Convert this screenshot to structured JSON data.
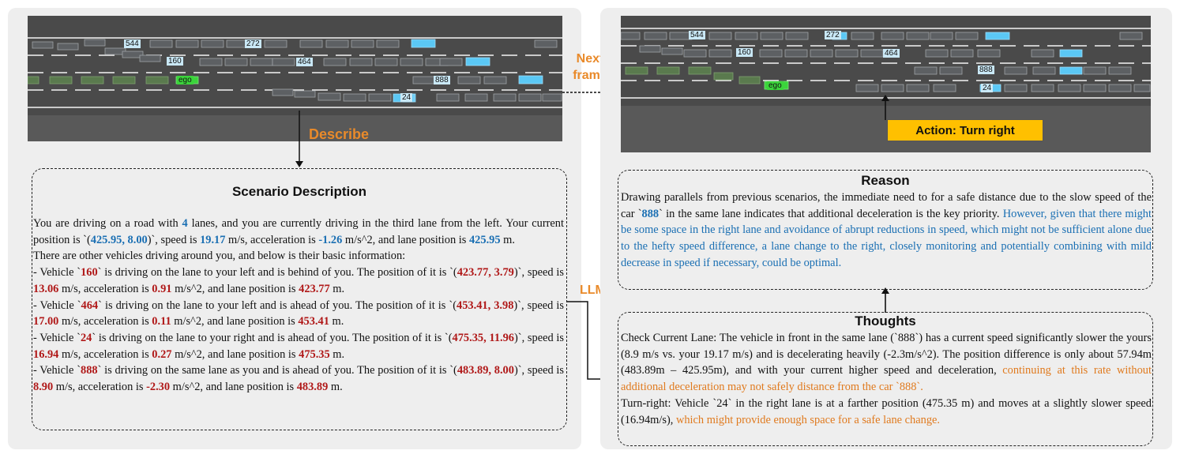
{
  "left": {
    "labels": {
      "v544": "544",
      "v272": "272",
      "v160": "160",
      "v464": "464",
      "ego": "ego",
      "v888": "888",
      "v24": "24"
    },
    "describe_label": "Describe",
    "scenario": {
      "title": "Scenario Description",
      "p1": [
        {
          "t": "You are driving on a road with "
        },
        {
          "t": "4",
          "c": "b"
        },
        {
          "t": " lanes, and you are currently driving in the third lane from the left. Your current position is `("
        },
        {
          "t": "425.95, 8.00",
          "c": "b"
        },
        {
          "t": ")`, speed is "
        },
        {
          "t": "19.17",
          "c": "b"
        },
        {
          "t": " m/s, acceleration is "
        },
        {
          "t": "-1.26",
          "c": "b"
        },
        {
          "t": " m/s^2, and lane position is "
        },
        {
          "t": "425.95",
          "c": "b"
        },
        {
          "t": " m."
        }
      ],
      "p2": [
        {
          "t": "There are other vehicles driving around you, and below is their basic information:"
        }
      ],
      "p3": [
        {
          "t": "- Vehicle `"
        },
        {
          "t": "160",
          "c": "r"
        },
        {
          "t": "` is driving on the lane to your left and is behind of you. The position of it is `("
        },
        {
          "t": "423.77, 3.79",
          "c": "r"
        },
        {
          "t": ")`, speed is "
        },
        {
          "t": "13.06",
          "c": "r"
        },
        {
          "t": " m/s, acceleration is "
        },
        {
          "t": "0.91",
          "c": "r"
        },
        {
          "t": " m/s^2, and lane position is "
        },
        {
          "t": "423.77",
          "c": "r"
        },
        {
          "t": " m."
        }
      ],
      "p4": [
        {
          "t": "- Vehicle `"
        },
        {
          "t": "464",
          "c": "r"
        },
        {
          "t": "` is driving on the lane to your left and is ahead of you. The position of it is `("
        },
        {
          "t": "453.41, 3.98",
          "c": "r"
        },
        {
          "t": ")`, speed is "
        },
        {
          "t": "17.00",
          "c": "r"
        },
        {
          "t": " m/s, acceleration is "
        },
        {
          "t": "0.11",
          "c": "r"
        },
        {
          "t": " m/s^2, and lane position is "
        },
        {
          "t": "453.41",
          "c": "r"
        },
        {
          "t": " m."
        }
      ],
      "p5": [
        {
          "t": "- Vehicle `"
        },
        {
          "t": "24",
          "c": "r"
        },
        {
          "t": "` is driving on the lane to your right and is ahead of you. The position of it is `("
        },
        {
          "t": "475.35, 11.96",
          "c": "r"
        },
        {
          "t": ")`, speed is "
        },
        {
          "t": "16.94",
          "c": "r"
        },
        {
          "t": " m/s, acceleration is "
        },
        {
          "t": "0.27",
          "c": "r"
        },
        {
          "t": " m/s^2, and lane position is "
        },
        {
          "t": "475.35",
          "c": "r"
        },
        {
          "t": " m."
        }
      ],
      "p6": [
        {
          "t": "- Vehicle `"
        },
        {
          "t": "888",
          "c": "r"
        },
        {
          "t": "` is driving on the same lane as you and is ahead of you. The position of it is `("
        },
        {
          "t": "483.89, 8.00",
          "c": "r"
        },
        {
          "t": ")`, speed is "
        },
        {
          "t": "8.90",
          "c": "r"
        },
        {
          "t": " m/s, acceleration is "
        },
        {
          "t": "-2.30",
          "c": "r"
        },
        {
          "t": " m/s^2, and lane position is "
        },
        {
          "t": "483.89",
          "c": "r"
        },
        {
          "t": " m."
        }
      ]
    }
  },
  "middle": {
    "next_frame_1": "Next",
    "next_frame_2": "frame",
    "llm_label": "LLM"
  },
  "right": {
    "labels": {
      "v544": "544",
      "v272": "272",
      "v160": "160",
      "v464": "464",
      "ego": "ego",
      "v888": "888",
      "v24": "24"
    },
    "action": "Action: Turn right",
    "reason": {
      "title": "Reason",
      "p1": [
        {
          "t": "Drawing parallels from previous scenarios, the immediate need to for a safe distance due to the slow speed of the car `"
        },
        {
          "t": "888",
          "c": "b"
        },
        {
          "t": "` in the same lane indicates that additional deceleration is the key priority. "
        },
        {
          "t": "However, given that there might be some space in the right lane and avoidance of abrupt reductions in speed, which might not be sufficient alone due to the hefty speed difference, a lane change to the right, closely monitoring and potentially combining with mild decrease in speed if necessary, could be optimal.",
          "c": "blue"
        }
      ]
    },
    "thoughts": {
      "title": "Thoughts",
      "p1": [
        {
          "t": "Check Current Lane: The vehicle in front in the same lane (`888`) has a current speed significantly slower the yours (8.9 m/s vs. your 19.17 m/s) and is decelerating heavily (-2.3m/s^2). The position difference is only about 57.94m (483.89m – 425.95m), and with your current higher speed and deceleration, "
        },
        {
          "t": "continuing at this rate without additional deceleration may not safely distance from the car `888`.",
          "c": "orange"
        }
      ],
      "p2": [
        {
          "t": "Turn-right: Vehicle `24` in the right lane is at a farther position (475.35 m) and moves at a slightly slower speed (16.94m/s), "
        },
        {
          "t": "which might provide enough space for a safe lane change.",
          "c": "orange"
        }
      ]
    }
  },
  "colors": {
    "lane_blue": "#5bc8f5",
    "vehicle_gray": "#5d6063",
    "ego_green": "#3bd43b",
    "orange": "#e98a2a",
    "action_fill": "#ffc000"
  }
}
